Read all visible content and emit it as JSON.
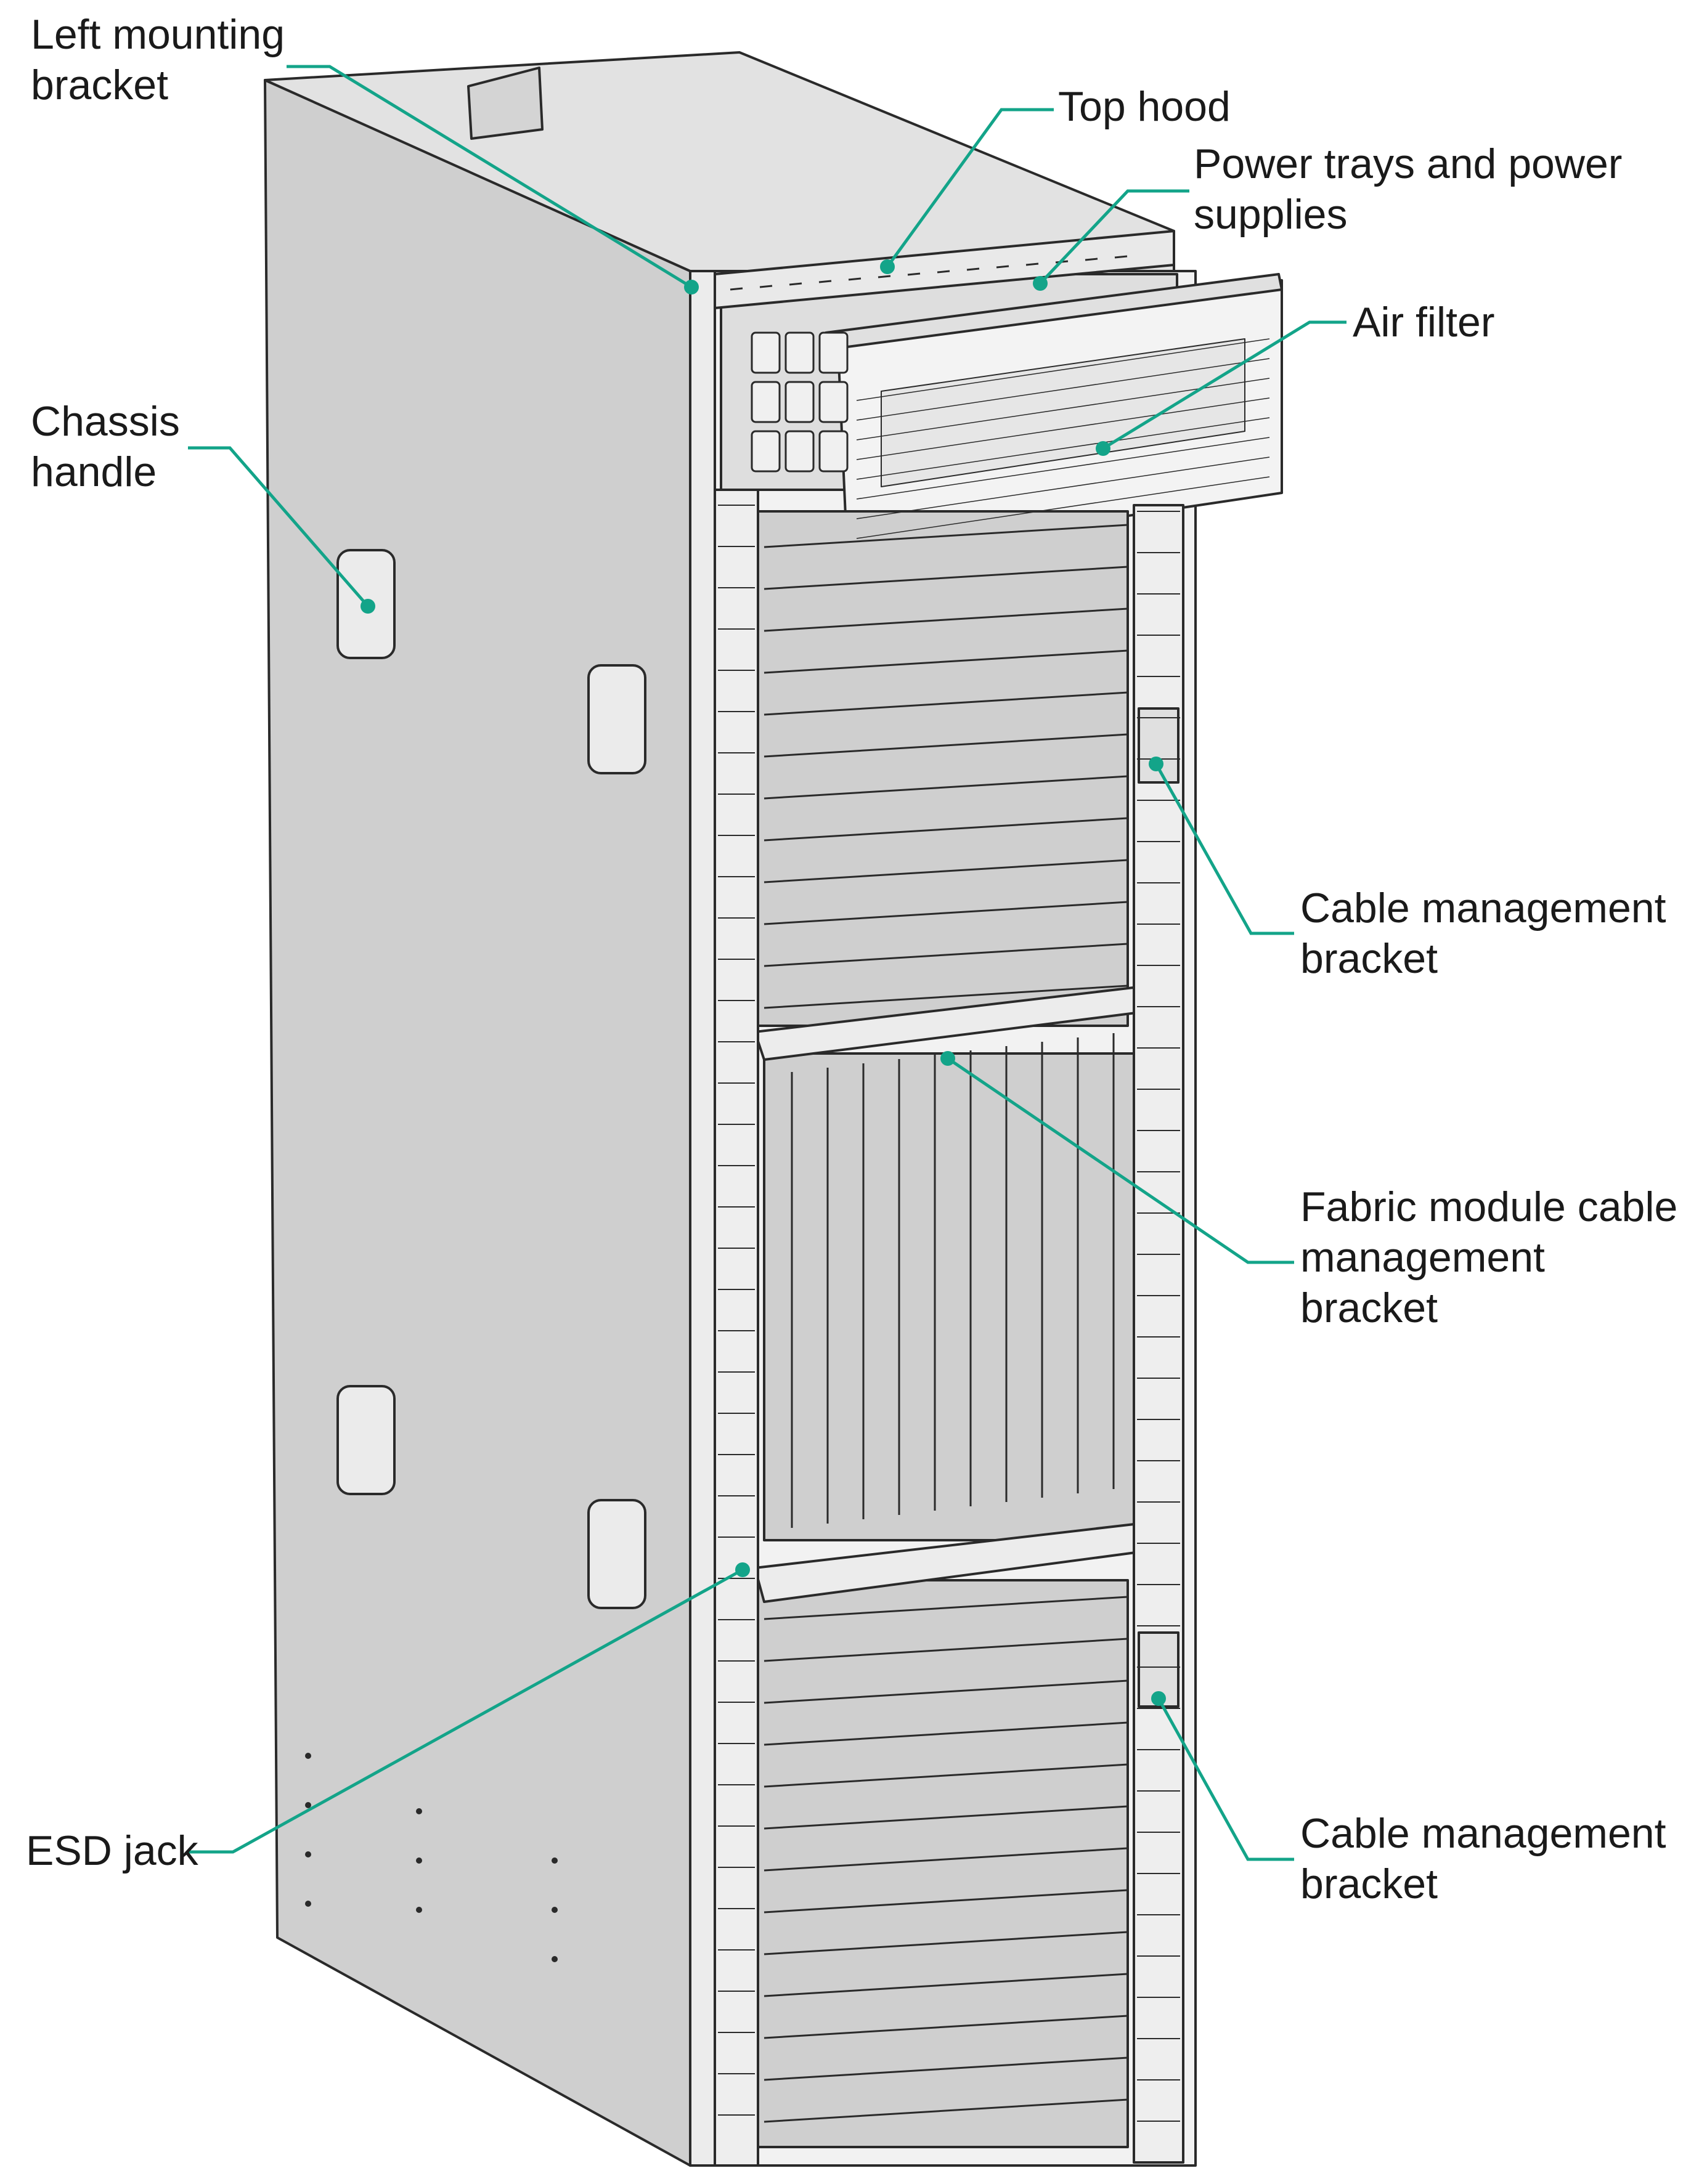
{
  "colors": {
    "leader": "#13a489",
    "outline": "#2a2a2a",
    "panel": "#cfcfcf",
    "panel_light": "#e2e2e2",
    "panel_dark": "#b9b9b9",
    "background": "#ffffff"
  },
  "callouts": {
    "left_mounting_bracket": "Left mounting\nbracket",
    "top_hood": "Top hood",
    "power_trays": "Power trays and power\nsupplies",
    "air_filter": "Air filter",
    "chassis_handle": "Chassis\nhandle",
    "cable_mgmt_upper": "Cable management\nbracket",
    "fabric_cable_mgmt": "Fabric module cable\nmanagement\nbracket",
    "esd_jack": "ESD jack",
    "cable_mgmt_lower": "Cable management\nbracket"
  }
}
